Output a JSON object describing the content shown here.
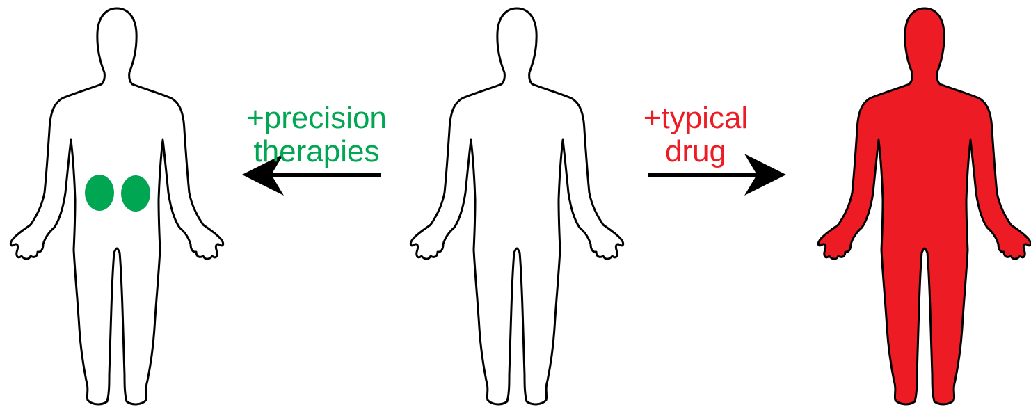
{
  "colors": {
    "outline": "#000000",
    "background": "#ffffff",
    "precision_effect": "#00a651",
    "typical_effect": "#ed1c24",
    "arrow": "#000000"
  },
  "figures": [
    {
      "id": "treated-precision",
      "fill": "none",
      "markers": "two green ovals on lower torso"
    },
    {
      "id": "untreated",
      "fill": "none",
      "markers": ""
    },
    {
      "id": "treated-typical",
      "fill": "whole body red",
      "markers": ""
    }
  ],
  "arrows": {
    "left": {
      "direction": "left",
      "label_lines": [
        "+precision",
        "therapies"
      ],
      "color": "#00a651"
    },
    "right": {
      "direction": "right",
      "label_lines": [
        "+typical",
        "drug"
      ],
      "color": "#ed1c24"
    }
  },
  "icons": {
    "body": "human-body-outline-icon",
    "arrow": "arrow-icon"
  }
}
